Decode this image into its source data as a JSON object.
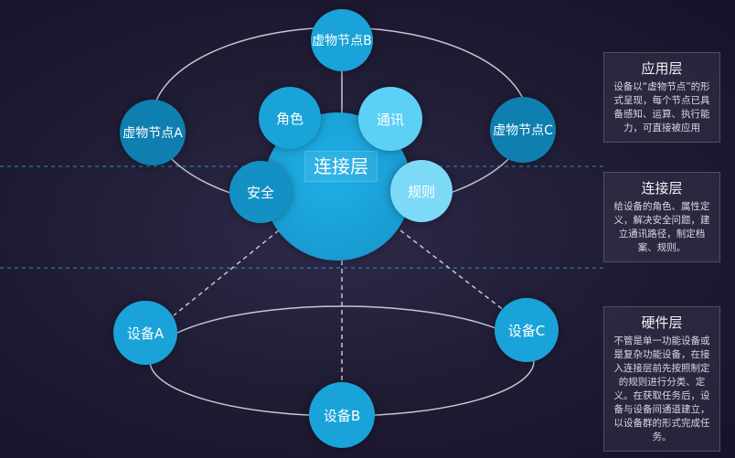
{
  "nodes": {
    "virtual_a": "虚物节点A",
    "virtual_b": "虚物节点B",
    "virtual_c": "虚物节点C",
    "role": "角色",
    "comm": "通讯",
    "connect": "连接层",
    "security": "安全",
    "rules": "规则",
    "device_a": "设备A",
    "device_b": "设备B",
    "device_c": "设备C"
  },
  "panels": {
    "app": {
      "title": "应用层",
      "text": "设备以“虚物节点”的形式呈现，每个节点已具备感知、运算、执行能力，可直接被应用"
    },
    "connect": {
      "title": "连接层",
      "text": "给设备的角色、属性定义，解决安全问题，建立通讯路径，制定档案、规则。"
    },
    "hardware": {
      "title": "硬件层",
      "text": "不管是单一功能设备或是复杂功能设备，在接入连接层前先按照制定的规则进行分类、定义。在获取任务后，设备与设备间通道建立，以设备群的形式完成任务。"
    }
  },
  "colors": {
    "node_primary": "#1aa3d9",
    "node_dark": "#0f7fb0",
    "node_light": "#5cd0f5",
    "line": "#bfc3cc"
  }
}
